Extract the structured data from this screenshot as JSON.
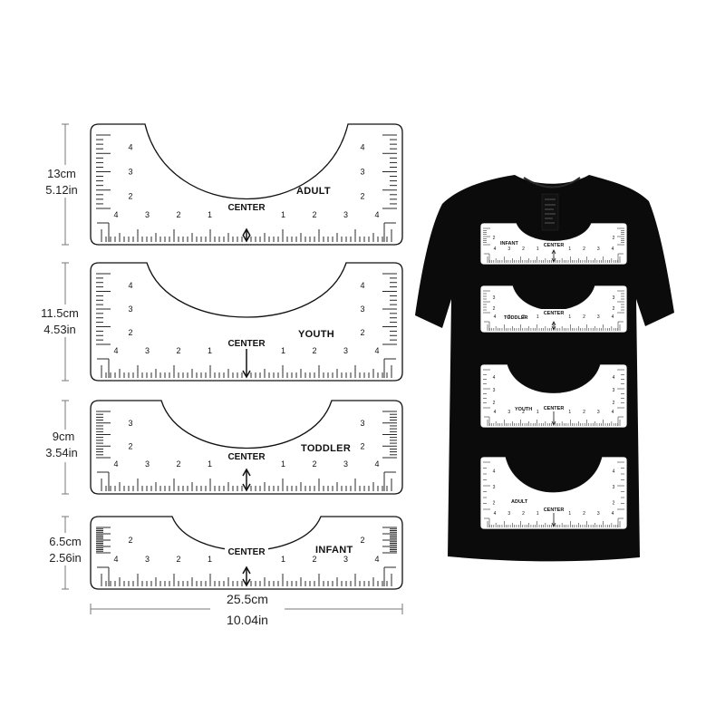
{
  "rulers": [
    {
      "name": "ADULT",
      "height_cm": "13cm",
      "height_in": "5.12in"
    },
    {
      "name": "YOUTH",
      "height_cm": "11.5cm",
      "height_in": "4.53in"
    },
    {
      "name": "TODDLER",
      "height_cm": "9cm",
      "height_in": "3.54in"
    },
    {
      "name": "INFANT",
      "height_cm": "6.5cm",
      "height_in": "2.56in"
    }
  ],
  "center_label": "CENTER",
  "scale_numbers": [
    "4",
    "3",
    "2",
    "1",
    "1",
    "2",
    "3",
    "4"
  ],
  "side_numbers": {
    "adult": [
      "4",
      "3",
      "2"
    ],
    "youth": [
      "4",
      "3",
      "2"
    ],
    "toddler": [
      "3",
      "2"
    ],
    "infant": [
      "2"
    ]
  },
  "width_cm": "25.5cm",
  "width_in": "10.04in",
  "shirt_color": "#0b0b0b"
}
